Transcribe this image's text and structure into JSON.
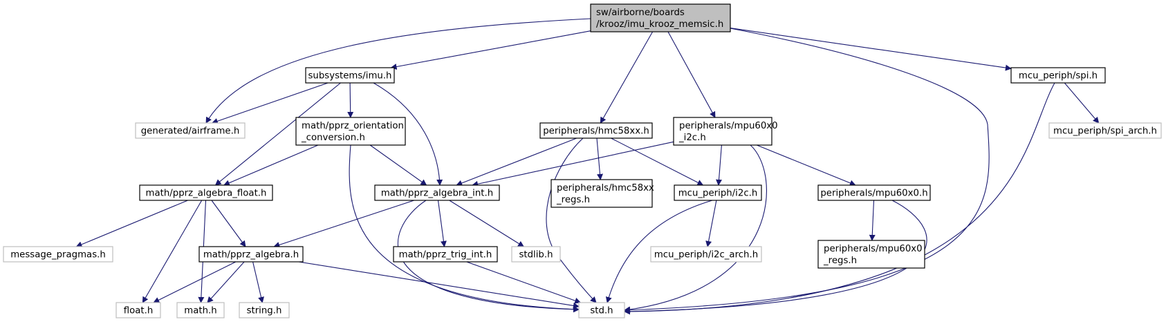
{
  "graph": {
    "edge_color": "#191970",
    "root_fill": "#bfbfbf",
    "node_border": "#000000",
    "external_border": "#bfbfbf",
    "nodes": [
      {
        "id": "root",
        "kind": "root",
        "lines": [
          "sw/airborne/boards",
          "/krooz/imu_krooz_memsic.h"
        ]
      },
      {
        "id": "imu",
        "kind": "documented",
        "lines": [
          "subsystems/imu.h"
        ]
      },
      {
        "id": "spi",
        "kind": "documented",
        "lines": [
          "mcu_periph/spi.h"
        ]
      },
      {
        "id": "airframe",
        "kind": "external",
        "lines": [
          "generated/airframe.h"
        ]
      },
      {
        "id": "orient",
        "kind": "documented",
        "lines": [
          "math/pprz_orientation",
          "_conversion.h"
        ]
      },
      {
        "id": "hmc",
        "kind": "documented",
        "lines": [
          "peripherals/hmc58xx.h"
        ]
      },
      {
        "id": "mpui2c",
        "kind": "documented",
        "lines": [
          "peripherals/mpu60x0",
          "_i2c.h"
        ]
      },
      {
        "id": "spiarch",
        "kind": "external",
        "lines": [
          "mcu_periph/spi_arch.h"
        ]
      },
      {
        "id": "afloat",
        "kind": "documented",
        "lines": [
          "math/pprz_algebra_float.h"
        ]
      },
      {
        "id": "aint",
        "kind": "documented",
        "lines": [
          "math/pprz_algebra_int.h"
        ]
      },
      {
        "id": "hmcregs",
        "kind": "documented",
        "lines": [
          "peripherals/hmc58xx",
          "_regs.h"
        ]
      },
      {
        "id": "i2c",
        "kind": "documented",
        "lines": [
          "mcu_periph/i2c.h"
        ]
      },
      {
        "id": "mpu",
        "kind": "documented",
        "lines": [
          "peripherals/mpu60x0.h"
        ]
      },
      {
        "id": "msgprag",
        "kind": "external",
        "lines": [
          "message_pragmas.h"
        ]
      },
      {
        "id": "algebra",
        "kind": "documented",
        "lines": [
          "math/pprz_algebra.h"
        ]
      },
      {
        "id": "trig",
        "kind": "documented",
        "lines": [
          "math/pprz_trig_int.h"
        ]
      },
      {
        "id": "stdlib",
        "kind": "external",
        "lines": [
          "stdlib.h"
        ]
      },
      {
        "id": "i2carch",
        "kind": "external",
        "lines": [
          "mcu_periph/i2c_arch.h"
        ]
      },
      {
        "id": "mpuregs",
        "kind": "documented",
        "lines": [
          "peripherals/mpu60x0",
          "_regs.h"
        ]
      },
      {
        "id": "float",
        "kind": "external",
        "lines": [
          "float.h"
        ]
      },
      {
        "id": "math",
        "kind": "external",
        "lines": [
          "math.h"
        ]
      },
      {
        "id": "string",
        "kind": "external",
        "lines": [
          "string.h"
        ]
      },
      {
        "id": "std",
        "kind": "external",
        "lines": [
          "std.h"
        ]
      }
    ],
    "edges": [
      [
        "root",
        "airframe"
      ],
      [
        "root",
        "imu"
      ],
      [
        "root",
        "hmc"
      ],
      [
        "root",
        "mpui2c"
      ],
      [
        "root",
        "std"
      ],
      [
        "root",
        "spi"
      ],
      [
        "imu",
        "airframe"
      ],
      [
        "imu",
        "orient"
      ],
      [
        "imu",
        "afloat"
      ],
      [
        "imu",
        "aint"
      ],
      [
        "orient",
        "afloat"
      ],
      [
        "orient",
        "aint"
      ],
      [
        "orient",
        "std"
      ],
      [
        "afloat",
        "msgprag"
      ],
      [
        "afloat",
        "algebra"
      ],
      [
        "afloat",
        "float"
      ],
      [
        "afloat",
        "math"
      ],
      [
        "aint",
        "algebra"
      ],
      [
        "aint",
        "trig"
      ],
      [
        "aint",
        "stdlib"
      ],
      [
        "aint",
        "std"
      ],
      [
        "algebra",
        "float"
      ],
      [
        "algebra",
        "math"
      ],
      [
        "algebra",
        "string"
      ],
      [
        "algebra",
        "std"
      ],
      [
        "trig",
        "std"
      ],
      [
        "hmc",
        "aint"
      ],
      [
        "hmc",
        "hmcregs"
      ],
      [
        "hmc",
        "i2c"
      ],
      [
        "hmc",
        "std"
      ],
      [
        "mpui2c",
        "aint"
      ],
      [
        "mpui2c",
        "i2c"
      ],
      [
        "mpui2c",
        "mpu"
      ],
      [
        "mpui2c",
        "std"
      ],
      [
        "i2c",
        "i2carch"
      ],
      [
        "i2c",
        "std"
      ],
      [
        "mpu",
        "mpuregs"
      ],
      [
        "mpu",
        "std"
      ],
      [
        "spi",
        "spiarch"
      ],
      [
        "spi",
        "std"
      ]
    ]
  }
}
